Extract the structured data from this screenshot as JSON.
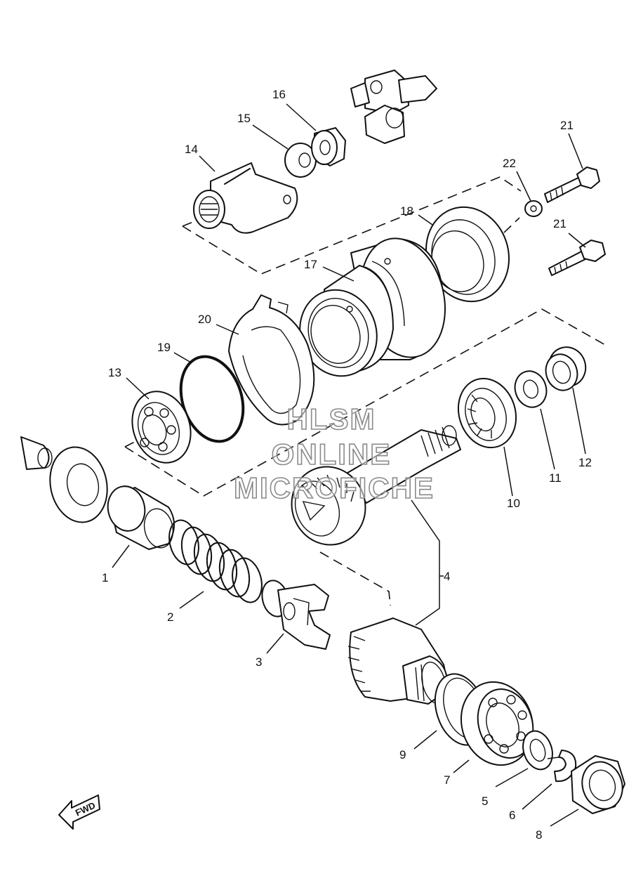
{
  "parts": [
    {
      "id": "1",
      "label": "1"
    },
    {
      "id": "2",
      "label": "2"
    },
    {
      "id": "3",
      "label": "3"
    },
    {
      "id": "4",
      "label": "4"
    },
    {
      "id": "5",
      "label": "5"
    },
    {
      "id": "6",
      "label": "6"
    },
    {
      "id": "7",
      "label": "7"
    },
    {
      "id": "8",
      "label": "8"
    },
    {
      "id": "9",
      "label": "9"
    },
    {
      "id": "10",
      "label": "10"
    },
    {
      "id": "11",
      "label": "11"
    },
    {
      "id": "12",
      "label": "12"
    },
    {
      "id": "13",
      "label": "13"
    },
    {
      "id": "14",
      "label": "14"
    },
    {
      "id": "15",
      "label": "15"
    },
    {
      "id": "16",
      "label": "16"
    },
    {
      "id": "17",
      "label": "17"
    },
    {
      "id": "18",
      "label": "18"
    },
    {
      "id": "19",
      "label": "19"
    },
    {
      "id": "20",
      "label": "20"
    },
    {
      "id": "21a",
      "label": "21"
    },
    {
      "id": "21b",
      "label": "21"
    },
    {
      "id": "22",
      "label": "22"
    }
  ],
  "watermark": [
    "HLSM",
    "ONLINE",
    "MICROFICHE"
  ],
  "direction_arrow": {
    "label": "FWD",
    "icon": "fwd-arrow-icon"
  },
  "colors": {
    "line": "#111111",
    "background": "#ffffff",
    "watermark_outline": "#8a8a8a"
  }
}
